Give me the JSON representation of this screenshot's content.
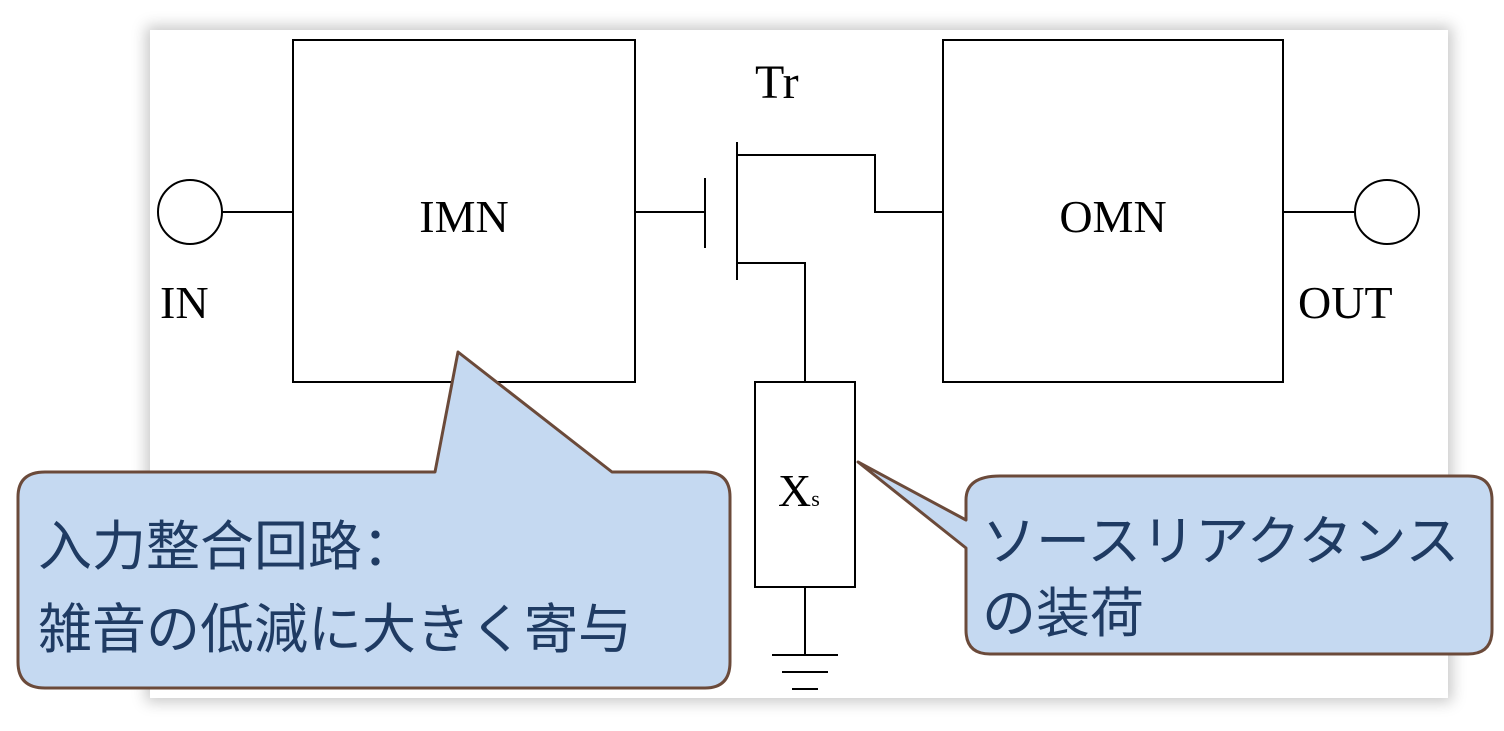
{
  "diagram": {
    "input_port_label": "IN",
    "output_port_label": "OUT",
    "imn_label": "IMN",
    "omn_label": "OMN",
    "transistor_label": "Tr",
    "source_reactance_main": "X",
    "source_reactance_sub": "s"
  },
  "callouts": {
    "imn_note": {
      "line1": "入力整合回路：",
      "line2": "雑音の低減に大きく寄与"
    },
    "xs_note": {
      "line1": "ソースリアクタンス",
      "line2": "の装荷"
    }
  },
  "colors": {
    "callout_fill": "#c5d9f1",
    "callout_stroke": "#6b4a3a",
    "callout_text": "#1f3b63",
    "line": "#000000"
  }
}
